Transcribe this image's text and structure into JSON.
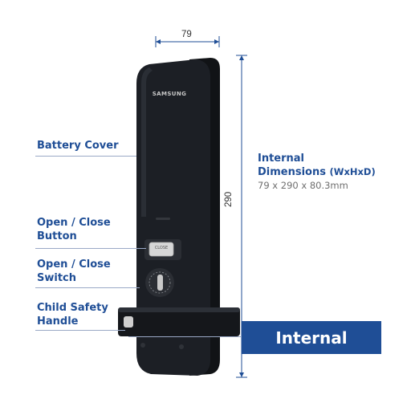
{
  "labels": {
    "battery_cover": "Battery Cover",
    "open_close_button": "Open / Close Button",
    "open_close_switch": "Open / Close Switch",
    "child_safety_handle": "Child Safety Handle"
  },
  "spec": {
    "title_line1": "Internal",
    "title_line2": "Dimensions",
    "title_suffix": "(WxHxD)",
    "value": "79 x 290 x 80.3mm"
  },
  "dimensions": {
    "width": "79",
    "height": "290"
  },
  "banner": "Internal",
  "device": {
    "brand": "SAMSUNG",
    "button_text": "CLOSE"
  },
  "colors": {
    "accent": "#1f4e96",
    "device_body": "#1a1d22"
  }
}
